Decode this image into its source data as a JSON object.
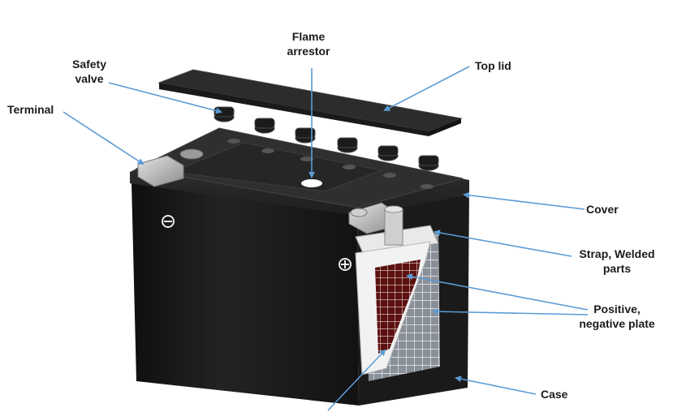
{
  "labels": {
    "flame_arrestor": [
      "Flame",
      "arrestor"
    ],
    "safety_valve": [
      "Safety",
      "valve"
    ],
    "top_lid": "Top lid",
    "terminal": "Terminal",
    "cover": "Cover",
    "strap_welded": [
      "Strap, Welded",
      "parts"
    ],
    "plates": [
      "Positive,",
      "negative plate"
    ],
    "case": "Case"
  },
  "colors": {
    "leader": "#5b9bd5",
    "body": "#1c1c1c",
    "cover": "#262626",
    "lid": "#2a2a2a",
    "terminal": "#bdbdbd",
    "grid_positive": "#6b1414"
  },
  "icons": [
    "minus-symbol-icon",
    "plus-symbol-icon"
  ]
}
